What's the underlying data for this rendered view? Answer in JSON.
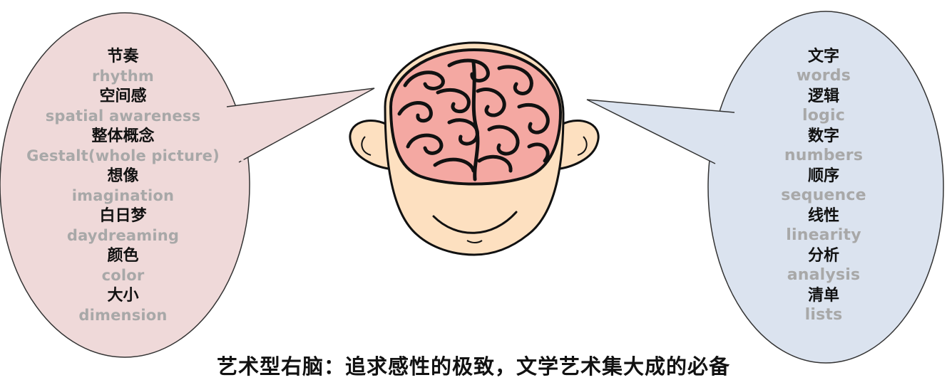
{
  "left_bubble": {
    "fill": "#efd9d9",
    "items": [
      {
        "zh": "节奏",
        "en": "rhythm"
      },
      {
        "zh": "空间感",
        "en": "spatial awareness"
      },
      {
        "zh": "整体概念",
        "en": "Gestalt(whole picture)"
      },
      {
        "zh": "想像",
        "en": "imagination"
      },
      {
        "zh": "白日梦",
        "en": "daydreaming"
      },
      {
        "zh": "颜色",
        "en": "color"
      },
      {
        "zh": "大小",
        "en": "dimension"
      }
    ]
  },
  "right_bubble": {
    "fill": "#dbe3ef",
    "items": [
      {
        "zh": "文字",
        "en": "words"
      },
      {
        "zh": "逻辑",
        "en": "logic"
      },
      {
        "zh": "数字",
        "en": "numbers"
      },
      {
        "zh": "顺序",
        "en": "sequence"
      },
      {
        "zh": "线性",
        "en": "linearity"
      },
      {
        "zh": "分析",
        "en": "analysis"
      },
      {
        "zh": "清单",
        "en": "lists"
      }
    ]
  },
  "caption": "艺术型右脑：追求感性的极致，文学艺术集大成的必备",
  "colors": {
    "head_skin": "#fde0c0",
    "brain": "#f4a8a2",
    "outline": "#111111",
    "english_text": "#a8a8a8"
  }
}
